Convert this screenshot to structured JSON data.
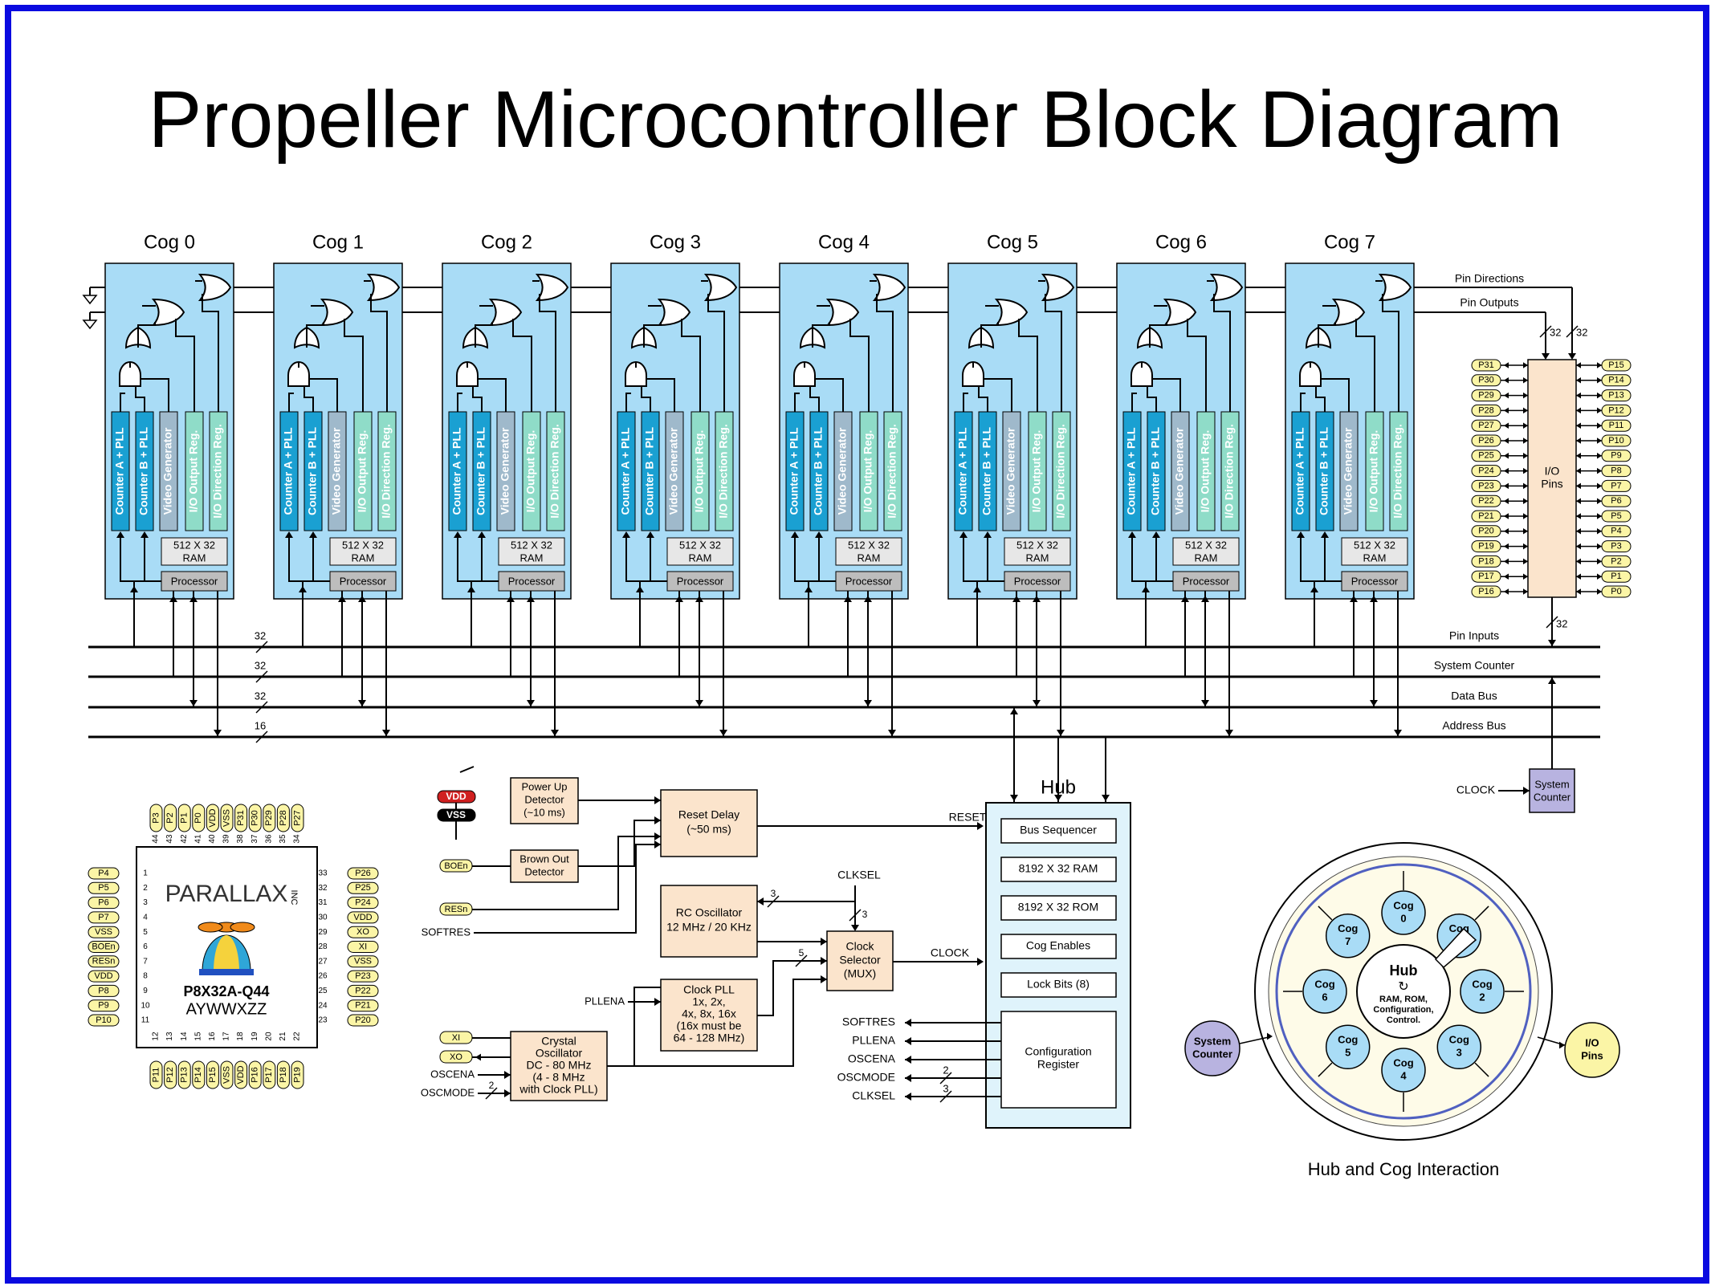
{
  "title": "Propeller Microcontroller Block Diagram",
  "cogs": [
    {
      "label": "Cog 0"
    },
    {
      "label": "Cog 1"
    },
    {
      "label": "Cog 2"
    },
    {
      "label": "Cog 3"
    },
    {
      "label": "Cog 4"
    },
    {
      "label": "Cog 5"
    },
    {
      "label": "Cog 6"
    },
    {
      "label": "Cog 7"
    }
  ],
  "cog_blocks": {
    "counter_a": "Counter A + PLL",
    "counter_b": "Counter B + PLL",
    "video": "Video Generator",
    "io_out": "I/O Output Reg.",
    "io_dir": "I/O Direction Reg.",
    "ram_line1": "512 X 32",
    "ram_line2": "RAM",
    "processor": "Processor"
  },
  "buses": {
    "pin_directions": "Pin Directions",
    "pin_outputs": "Pin Outputs",
    "pin_inputs": "Pin Inputs",
    "system_counter": "System Counter",
    "data_bus": "Data Bus",
    "address_bus": "Address Bus",
    "widths": [
      "32",
      "32",
      "32",
      "16"
    ],
    "io_widths": [
      "32",
      "32",
      "32"
    ]
  },
  "io_pins": {
    "label_line1": "I/O",
    "label_line2": "Pins",
    "left": [
      "P31",
      "P30",
      "P29",
      "P28",
      "P27",
      "P26",
      "P25",
      "P24",
      "P23",
      "P22",
      "P21",
      "P20",
      "P19",
      "P18",
      "P17",
      "P16"
    ],
    "right": [
      "P15",
      "P14",
      "P13",
      "P12",
      "P11",
      "P10",
      "P9",
      "P8",
      "P7",
      "P6",
      "P5",
      "P4",
      "P3",
      "P2",
      "P1",
      "P0"
    ]
  },
  "system_counter_block": {
    "line1": "System",
    "line2": "Counter",
    "clock_label": "CLOCK"
  },
  "hub": {
    "label": "Hub",
    "blocks": [
      "Bus Sequencer",
      "8192 X 32 RAM",
      "8192 X 32 ROM",
      "Cog Enables",
      "Lock Bits (8)"
    ],
    "config_line1": "Configuration",
    "config_line2": "Register",
    "outputs": [
      "SOFTRES",
      "PLLENA",
      "OSCENA",
      "OSCMODE",
      "CLKSEL"
    ],
    "output_widths": [
      "2",
      "3"
    ]
  },
  "clock_section": {
    "vdd": "VDD",
    "vss": "VSS",
    "boen": "BOEn",
    "resn": "RESn",
    "softres": "SOFTRES",
    "power_up": [
      "Power Up",
      "Detector",
      "(~10 ms)"
    ],
    "brown_out": [
      "Brown Out",
      "Detector"
    ],
    "reset_delay": [
      "Reset Delay",
      "(~50 ms)"
    ],
    "reset_label": "RESET",
    "rc_osc": [
      "RC Oscillator",
      "12 MHz / 20 KHz"
    ],
    "clksel": "CLKSEL",
    "clock_selector": [
      "Clock",
      "Selector",
      "(MUX)"
    ],
    "clock_label": "CLOCK",
    "clock_pll": [
      "Clock PLL",
      "1x, 2x,",
      "4x, 8x, 16x",
      "(16x must be",
      "64 - 128 MHz)"
    ],
    "pllena": "PLLENA",
    "crystal": [
      "Crystal",
      "Oscillator",
      "DC - 80 MHz",
      "(4 - 8 MHz",
      "with Clock PLL)"
    ],
    "xi": "XI",
    "xo": "XO",
    "oscena": "OSCENA",
    "oscmode": "OSCMODE",
    "widths": [
      "3",
      "3",
      "5",
      "2"
    ]
  },
  "chip": {
    "brand": "PARALLAX",
    "brand_suffix": "INC",
    "part": "P8X32A-Q44",
    "code": "AYWWXZZ",
    "top_pins": [
      "P3",
      "P2",
      "P1",
      "P0",
      "VDD",
      "VSS",
      "P31",
      "P30",
      "P29",
      "P28",
      "P27"
    ],
    "top_nums": [
      "44",
      "43",
      "42",
      "41",
      "40",
      "39",
      "38",
      "37",
      "36",
      "35",
      "34"
    ],
    "left_pins": [
      "P4",
      "P5",
      "P6",
      "P7",
      "VSS",
      "BOEn",
      "RESn",
      "VDD",
      "P8",
      "P9",
      "P10"
    ],
    "left_nums": [
      "1",
      "2",
      "3",
      "4",
      "5",
      "6",
      "7",
      "8",
      "9",
      "10",
      "11"
    ],
    "right_pins": [
      "P26",
      "P25",
      "P24",
      "VDD",
      "XO",
      "XI",
      "VSS",
      "P23",
      "P22",
      "P21",
      "P20"
    ],
    "right_nums": [
      "33",
      "32",
      "31",
      "30",
      "29",
      "28",
      "27",
      "26",
      "25",
      "24",
      "23"
    ],
    "bottom_pins": [
      "P11",
      "P12",
      "P13",
      "P14",
      "P15",
      "VSS",
      "VDD",
      "P16",
      "P17",
      "P18",
      "P19"
    ],
    "bottom_nums": [
      "12",
      "13",
      "14",
      "15",
      "16",
      "17",
      "18",
      "19",
      "20",
      "21",
      "22"
    ]
  },
  "hub_cog": {
    "caption": "Hub and Cog Interaction",
    "hub_title": "Hub",
    "hub_line1": "RAM, ROM,",
    "hub_line2": "Configuration,",
    "hub_line3": "Control.",
    "cog_word": "Cog",
    "cog_nums": [
      "0",
      "1",
      "2",
      "3",
      "4",
      "5",
      "6",
      "7"
    ],
    "system_counter": [
      "System",
      "Counter"
    ],
    "io_pins": [
      "I/O",
      "Pins"
    ]
  },
  "colors": {
    "border": "#0a0ae0",
    "cog_bg": "#a9dcf6",
    "counter": "#1aa0d2",
    "video": "#9fb9cb",
    "io_reg": "#8fdcc8",
    "ram": "#e7e7e7",
    "processor": "#bdbdbd",
    "block_fill": "#fbe4cc",
    "hub_fill": "#dff3fb",
    "pin_fill": "#fbf5a6",
    "sys_counter": "#b8b3e0",
    "cog_circle": "#a9dcf6",
    "vdd_red": "#d02020"
  }
}
